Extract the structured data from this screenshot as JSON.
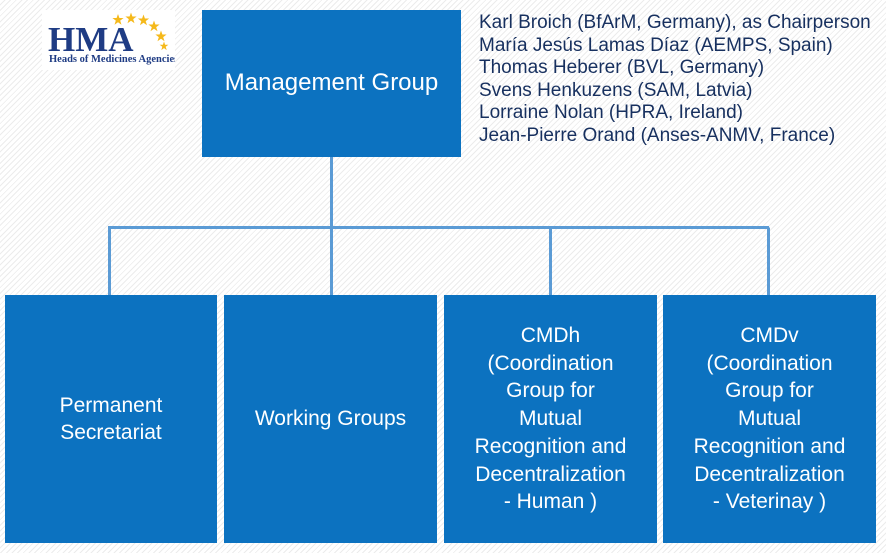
{
  "logo": {
    "wordmark": "HMA",
    "tagline": "Heads of Medicines Agencies",
    "star_color": "#F5B91B",
    "text_color": "#1F3C84"
  },
  "colors": {
    "node_fill": "#0C72C0",
    "node_text": "#FFFFFF",
    "connector": "#5B9BD5",
    "member_text": "#17305F",
    "background": "#FDFDFD"
  },
  "nodes": {
    "management": {
      "label": "Management Group"
    },
    "secretariat": {
      "label": "Permanent\nSecretariat"
    },
    "working_groups": {
      "label": "Working Groups"
    },
    "cmdh": {
      "label": "CMDh\n(Coordination\nGroup for\nMutual\nRecognition and\nDecentralization\n- Human )"
    },
    "cmdv": {
      "label": "CMDv\n(Coordination\nGroup for\nMutual\nRecognition and\nDecentralization\n- Veterinay )"
    }
  },
  "members": [
    "Karl Broich (BfArM, Germany), as Chairperson",
    "María Jesús Lamas Díaz (AEMPS, Spain)",
    "Thomas Heberer (BVL, Germany)",
    "Svens Henkuzens (SAM, Latvia)",
    "Lorraine Nolan (HPRA, Ireland)",
    "Jean-Pierre Orand (Anses-ANMV, France)"
  ]
}
